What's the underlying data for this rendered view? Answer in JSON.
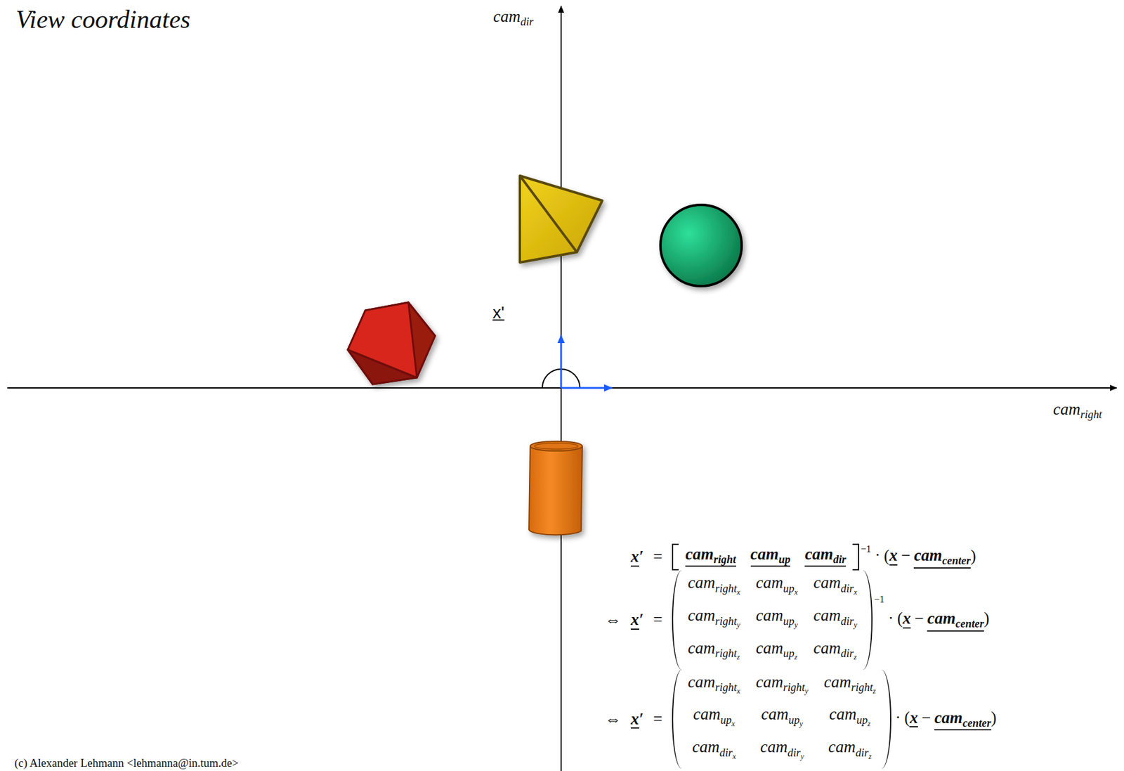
{
  "diagram": {
    "title": "View coordinates",
    "labels": [
      "x'",
      "cam",
      "dir",
      "cam",
      "right",
      "(c) Alexander Lehmann <lehmanna@in.tum.de>",
      "x",
      "′",
      "=",
      "cam",
      "right",
      "cam",
      "up",
      "cam",
      "dir",
      "−1",
      "·",
      "(",
      "x",
      "−",
      "cam",
      "center",
      ")",
      "⇔",
      "x",
      "′",
      "=",
      "cam",
      "right",
      "x",
      "cam",
      "up",
      "x",
      "cam",
      "dir",
      "x",
      "cam",
      "right",
      "y",
      "cam",
      "up",
      "y",
      "cam",
      "dir",
      "y",
      "cam",
      "right",
      "z",
      "cam",
      "up",
      "z",
      "cam",
      "dir",
      "z",
      "−1",
      "·",
      "(",
      "x",
      "−",
      "cam",
      "center",
      ")",
      "⇔",
      "x",
      "′",
      "=",
      "cam",
      "right",
      "x",
      "cam",
      "right",
      "y",
      "cam",
      "right",
      "z",
      "cam",
      "up",
      "x",
      "cam",
      "up",
      "y",
      "cam",
      "up",
      "z",
      "cam",
      "dir",
      "x",
      "cam",
      "dir",
      "y",
      "cam",
      "dir",
      "z",
      "·",
      "(",
      "x",
      "−",
      "cam",
      "center",
      ")"
    ]
  }
}
